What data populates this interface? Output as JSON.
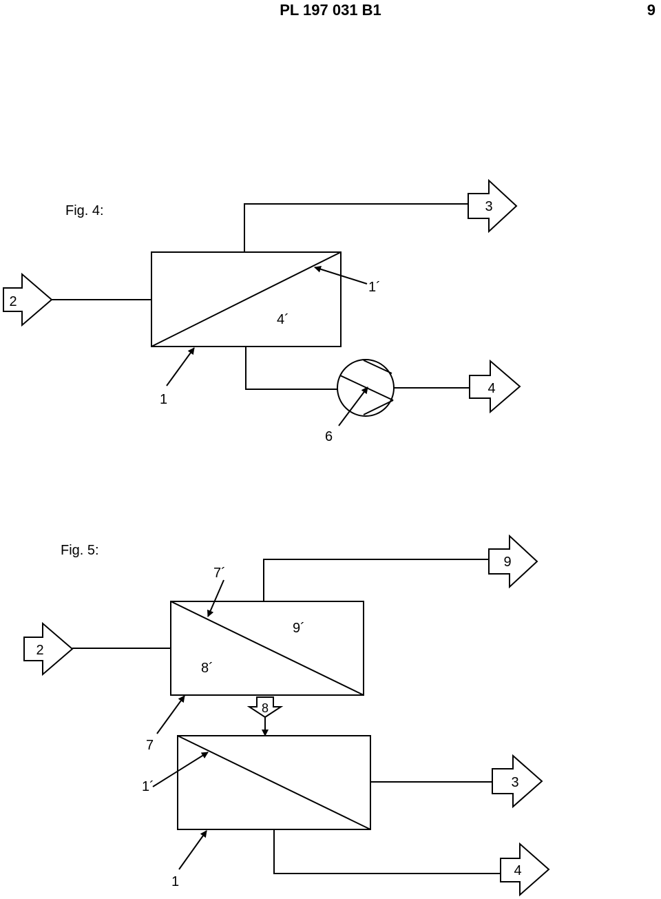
{
  "header": {
    "title": "PL 197 031 B1",
    "page": "9"
  },
  "fig4": {
    "title": "Fig. 4:",
    "labels": {
      "in": "2",
      "out_top": "3",
      "out_bottom": "4",
      "module": "1",
      "membrane": "1´",
      "chamber": "4´",
      "pump": "6"
    }
  },
  "fig5": {
    "title": "Fig. 5:",
    "labels": {
      "in": "2",
      "out_top": "9",
      "transfer": "8",
      "out_mid": "3",
      "out_bottom": "4",
      "module_a": "7",
      "membrane_a": "7´",
      "chamber_a1": "9´",
      "chamber_a2": "8´",
      "module_b": "1",
      "membrane_b": "1´"
    }
  }
}
